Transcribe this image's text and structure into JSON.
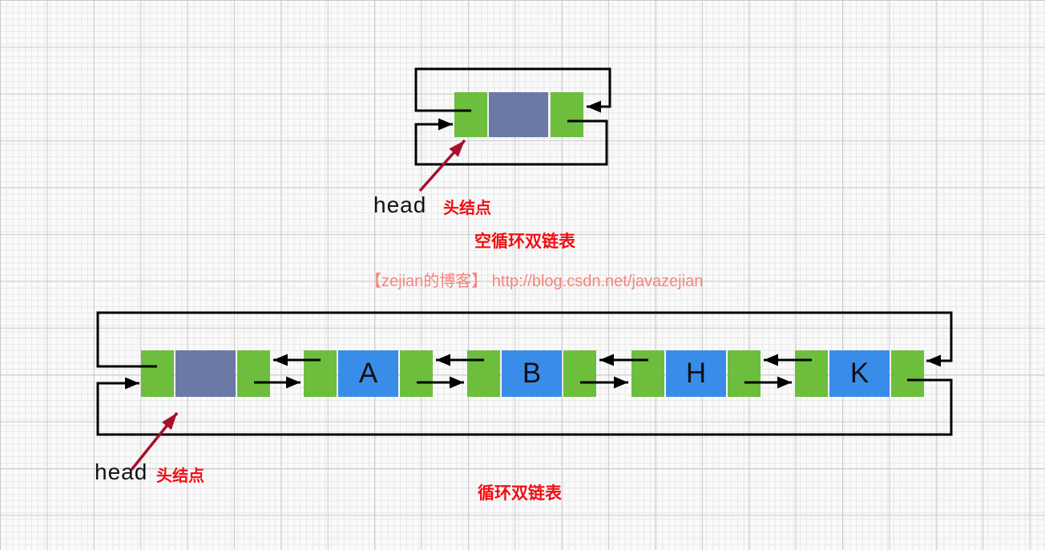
{
  "colors": {
    "background": "#fafafa",
    "grid_minor": "#e8e8e8",
    "grid_major": "#c9c9c9",
    "pointer_cell": "#6cbe3c",
    "head_data_cell": "#6a79a5",
    "data_cell": "#3a8ce9",
    "link_line": "#000000",
    "annotation_arrow": "#a8102c",
    "label_red": "#f20d11",
    "head_label_black": "#111111",
    "watermark": "#f8837c"
  },
  "top_diagram": {
    "head_label": "head",
    "head_annotation": "头结点",
    "caption": "空循环双链表"
  },
  "watermark_text": "【zejian的博客】 http://blog.csdn.net/javazejian",
  "bottom_diagram": {
    "head_label": "head",
    "head_annotation": "头结点",
    "caption": "循环双链表",
    "nodes": [
      {
        "label": "A"
      },
      {
        "label": "B"
      },
      {
        "label": "H"
      },
      {
        "label": "K"
      }
    ]
  }
}
